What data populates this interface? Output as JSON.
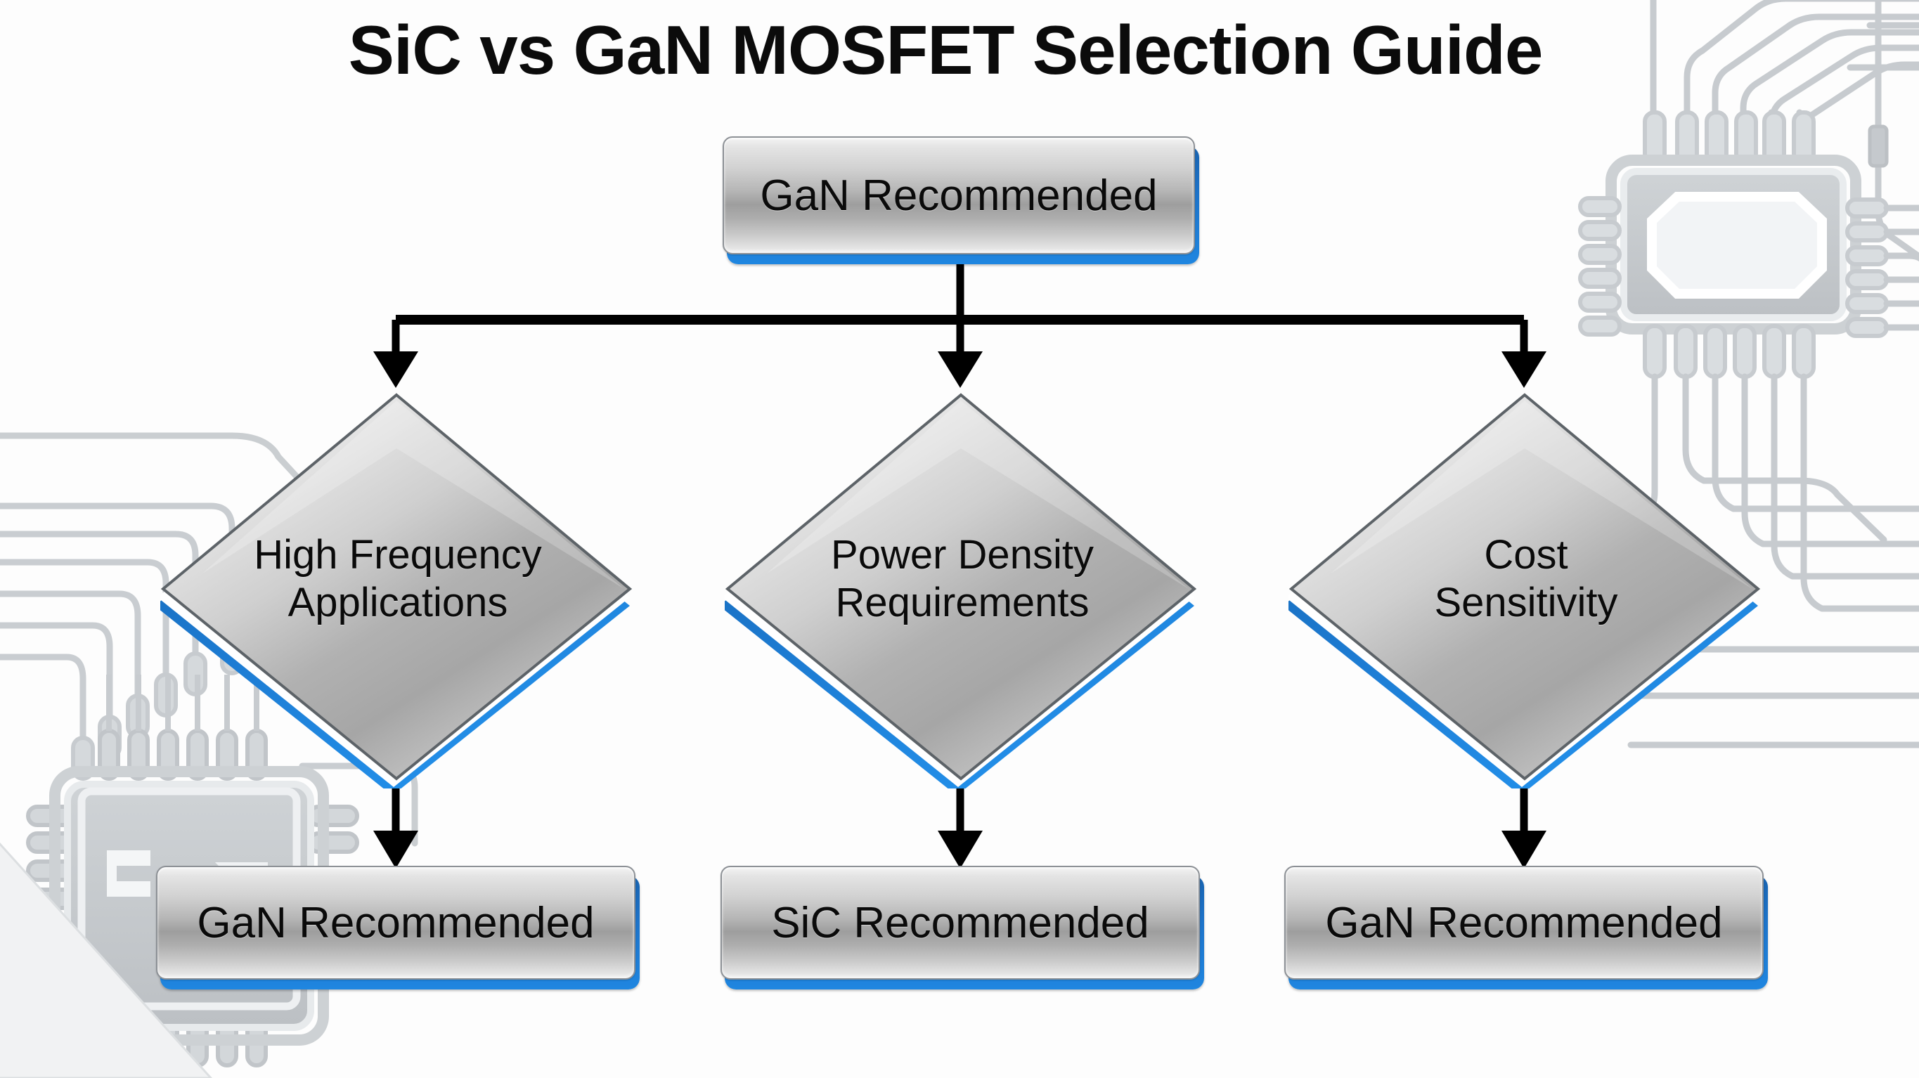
{
  "page": {
    "title": "SiC vs GaN MOSFET Selection Guide",
    "background_style": "printed-circuit-board watermark"
  },
  "colors": {
    "accent_blue": "#1f86e0",
    "accent_blue_dark": "#1863b0",
    "metal_light": "#f4f4f4",
    "metal_mid": "#9e9e9e",
    "text": "#0a0a0a",
    "connector": "#000000",
    "watermark_gray": "#c7cbcf"
  },
  "flowchart": {
    "type": "decision-tree",
    "root": {
      "id": "root",
      "shape": "rounded-rectangle",
      "label": "GaN Recommended"
    },
    "decisions": [
      {
        "id": "decision-1",
        "shape": "diamond",
        "label_line1": "High Frequency",
        "label_line2": "Applications"
      },
      {
        "id": "decision-2",
        "shape": "diamond",
        "label_line1": "Power Density",
        "label_line2": "Requirements"
      },
      {
        "id": "decision-3",
        "shape": "diamond",
        "label_line1": "Cost",
        "label_line2": "Sensitivity"
      }
    ],
    "outcomes": [
      {
        "id": "outcome-1",
        "shape": "rounded-rectangle",
        "label": "GaN Recommended"
      },
      {
        "id": "outcome-2",
        "shape": "rounded-rectangle",
        "label": "SiC Recommended"
      },
      {
        "id": "outcome-3",
        "shape": "rounded-rectangle",
        "label": "GaN Recommended"
      }
    ],
    "edges": [
      {
        "from": "root",
        "to": "decision-1",
        "arrow": "down"
      },
      {
        "from": "root",
        "to": "decision-2",
        "arrow": "down"
      },
      {
        "from": "root",
        "to": "decision-3",
        "arrow": "down"
      },
      {
        "from": "decision-1",
        "to": "outcome-1",
        "arrow": "down"
      },
      {
        "from": "decision-2",
        "to": "outcome-2",
        "arrow": "down"
      },
      {
        "from": "decision-3",
        "to": "outcome-3",
        "arrow": "down"
      }
    ]
  }
}
